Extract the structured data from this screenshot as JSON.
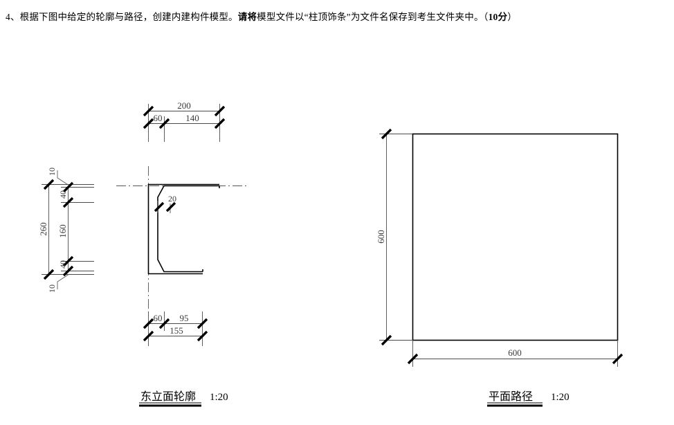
{
  "question": {
    "number": "4、",
    "part1": "根据下图中给定的轮廓与路径，创建内建构件模型。",
    "part2_bold": "请将",
    "part3": "模型文件以“柱顶饰条”为文件名保存到考生文件夹中。（",
    "part4_bold": "10分",
    "part5": "）",
    "full_text": "4、根据下图中给定的轮廓与路径，创建内建构件模型。请将模型文件以“柱顶饰条”为文件名保存到考生文件夹中。（10分）"
  },
  "elevation_view": {
    "caption": "东立面轮廓",
    "scale": "1:20",
    "dimensions": {
      "top_overall": "200",
      "top_left_seg": "60",
      "top_right_seg": "140",
      "left_overall": "260",
      "left_seg_top_small": "10",
      "left_seg_upper": "40",
      "left_seg_middle": "160",
      "left_seg_lower": "40",
      "left_seg_bottom_small": "10",
      "inner_thickness": "20",
      "bottom_left_seg": "60",
      "bottom_right_seg": "95",
      "bottom_overall": "155"
    }
  },
  "plan_view": {
    "caption": "平面路径",
    "scale": "1:20",
    "dimensions": {
      "vertical": "600",
      "horizontal": "600"
    }
  },
  "colors": {
    "ink": "#000000",
    "dim_text": "#3a3a3a",
    "thin_line": "#4a4a4a",
    "background": "#ffffff"
  }
}
